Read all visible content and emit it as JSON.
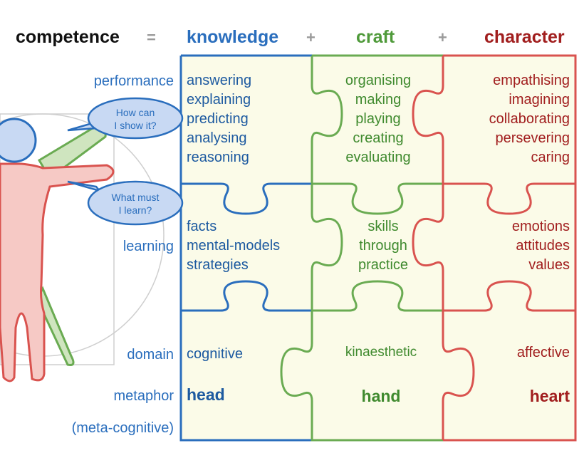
{
  "header": {
    "competence": "competence",
    "eq": "=",
    "knowledge": "knowledge",
    "plus1": "+",
    "craft": "craft",
    "plus2": "+",
    "character": "character"
  },
  "row_labels": {
    "performance": "performance",
    "learning": "learning",
    "domain": "domain",
    "metaphor": "metaphor",
    "meta": "(meta-cognitive)"
  },
  "bubbles": {
    "show": [
      "How can",
      "I show it?"
    ],
    "learn": [
      "What must",
      "I learn?"
    ]
  },
  "knowledge": {
    "performance": [
      "answering",
      "explaining",
      "predicting",
      "analysing",
      "reasoning"
    ],
    "learning": [
      "facts",
      "mental-models",
      "strategies"
    ],
    "domain": "cognitive",
    "metaphor": "head"
  },
  "craft": {
    "performance": [
      "organising",
      "making",
      "playing",
      "creating",
      "evaluating"
    ],
    "learning": [
      "skills",
      "through",
      "practice"
    ],
    "domain": "kinaesthetic",
    "metaphor": "hand"
  },
  "character": {
    "performance": [
      "empathising",
      "imagining",
      "collaborating",
      "persevering",
      "caring"
    ],
    "learning": [
      "emotions",
      "attitudes",
      "values"
    ],
    "domain": "affective",
    "metaphor": "heart"
  },
  "colors": {
    "knowledge": "#2a6ebd",
    "craft": "#6aab52",
    "character": "#d9534f",
    "panel": "#fbfbe8"
  }
}
